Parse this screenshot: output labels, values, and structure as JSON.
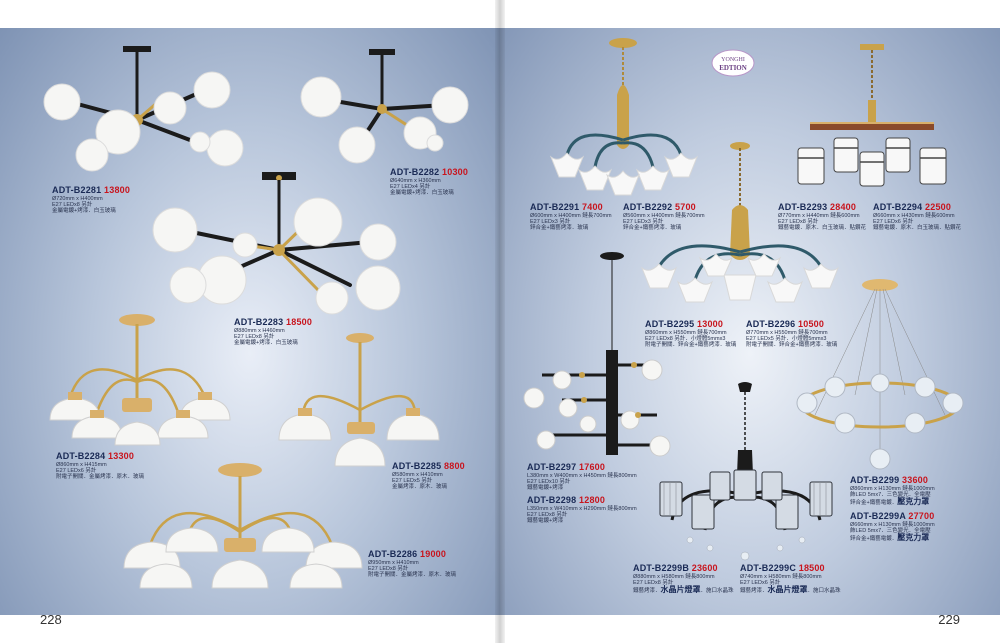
{
  "pages": {
    "left_number": "228",
    "right_number": "229"
  },
  "brand_logo": {
    "line1": "YONGHI",
    "line2": "EDTION"
  },
  "products": [
    {
      "model": "ADT-B2281",
      "price": "13800",
      "spec1": "Ø720mm x H400mm",
      "spec2": "E27 LEDx8 另計",
      "spec3": "金屬電鍍+烤漆．白玉玻璃"
    },
    {
      "model": "ADT-B2282",
      "price": "10300",
      "spec1": "Ø640mm x H360mm",
      "spec2": "E27 LEDx4 另計",
      "spec3": "金屬電鍍+烤漆．白玉玻璃"
    },
    {
      "model": "ADT-B2283",
      "price": "18500",
      "spec1": "Ø880mm x H460mm",
      "spec2": "E27 LEDx8 另計",
      "spec3": "金屬電鍍+烤漆．白玉玻璃"
    },
    {
      "model": "ADT-B2284",
      "price": "13300",
      "spec1": "Ø860mm x H415mm",
      "spec2": "E27 LEDx6 另計",
      "spec3": "附電子開關．金屬烤漆．原木．玻璃"
    },
    {
      "model": "ADT-B2285",
      "price": "8800",
      "spec1": "Ø580mm x H410mm",
      "spec2": "E27 LEDx5 另計",
      "spec3": "金屬烤漆．原木．玻璃"
    },
    {
      "model": "ADT-B2286",
      "price": "19000",
      "spec1": "Ø950mm x H410mm",
      "spec2": "E27 LEDx8 另計",
      "spec3": "附電子開關．金屬烤漆．原木．玻璃"
    },
    {
      "model": "ADT-B2291",
      "price": "7400",
      "spec1": "Ø600mm x H400mm 鏈長700mm",
      "spec2": "E27 LEDx3 另計",
      "spec3": "鋅合金+鐵藝烤漆．玻璃"
    },
    {
      "model": "ADT-B2292",
      "price": "5700",
      "spec1": "Ø560mm x H400mm 鏈長700mm",
      "spec2": "E27 LEDx3 另計",
      "spec3": "鋅合金+鐵藝烤漆．玻璃"
    },
    {
      "model": "ADT-B2293",
      "price": "28400",
      "spec1": "Ø770mm x H440mm 鏈長600mm",
      "spec2": "E27 LEDx8 另計",
      "spec3": "鐵藝電鍍．原木．白玉玻璃．貼鑽花"
    },
    {
      "model": "ADT-B2294",
      "price": "22500",
      "spec1": "Ø660mm x H430mm 鏈長600mm",
      "spec2": "E27 LEDx6 另計",
      "spec3": "鐵藝電鍍．原木．白玉玻璃．貼鑽花"
    },
    {
      "model": "ADT-B2295",
      "price": "13000",
      "spec1": "Ø860mm x H550mm 鏈長700mm",
      "spec2": "E27 LEDx8 另計．小燈體5mmx3",
      "spec3": "附電子開關．鋅合金+鐵藝烤漆．玻璃"
    },
    {
      "model": "ADT-B2296",
      "price": "10500",
      "spec1": "Ø770mm x H550mm 鏈長700mm",
      "spec2": "E27 LEDx5 另計．小燈體5mmx3",
      "spec3": "附電子開關．鋅合金+鐵藝烤漆．玻璃"
    },
    {
      "model": "ADT-B2297",
      "price": "17600",
      "spec1": "L380mm x W400mm x H450mm 鏈長800mm",
      "spec2": "E27 LEDx10 另計",
      "spec3": "鐵藝電鍍+烤漆"
    },
    {
      "model": "ADT-B2298",
      "price": "12800",
      "spec1": "L350mm x W410mm x H290mm 鏈長800mm",
      "spec2": "E27 LEDx8 另計",
      "spec3": "鐵藝電鍍+烤漆"
    },
    {
      "model": "ADT-B2299",
      "price": "33600",
      "spec1": "Ø860mm x H130mm 鏈長1000mm",
      "spec2": "飾LED 5mx7．三色變光．全電壓",
      "spec3": "鋅合金+鐵藝電鍍．",
      "spec3b": "壓克力罩"
    },
    {
      "model": "ADT-B2299A",
      "price": "27700",
      "spec1": "Ø660mm x H130mm 鏈長1000mm",
      "spec2": "飾LED 5mx7．三色變光．全電壓",
      "spec3": "鋅合金+鐵藝電鍍．",
      "spec3b": "壓克力罩"
    },
    {
      "model": "ADT-B2299B",
      "price": "23600",
      "spec1": "Ø880mm x H580mm 鏈長800mm",
      "spec2": "E27 LEDx8 另計",
      "spec3": "鐵藝烤漆．",
      "spec3b": "水晶片燈罩",
      "spec3c": "．施口水晶珠"
    },
    {
      "model": "ADT-B2299C",
      "price": "18500",
      "spec1": "Ø740mm x H580mm 鏈長800mm",
      "spec2": "E27 LEDx6 另計",
      "spec3": "鐵藝烤漆．",
      "spec3b": "水晶片燈罩",
      "spec3c": "．施口水晶珠"
    }
  ],
  "colors": {
    "model_text": "#1a2a55",
    "price_red": "#c8141d",
    "gold": "#c9a24a",
    "black_metal": "#1b1b1b",
    "white_glass": "#f6f6f4"
  }
}
